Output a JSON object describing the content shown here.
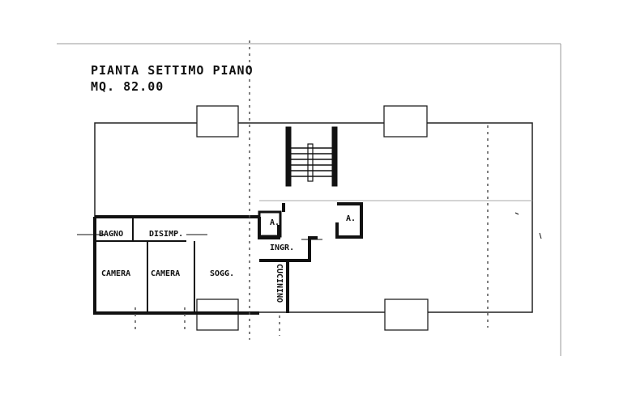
{
  "title": {
    "line1": "PIANTA SETTIMO PIANO",
    "line2": "MQ. 82.00"
  },
  "rooms": {
    "bagno": "BAGNO",
    "disimp": "DISIMP.",
    "camera1": "CAMERA",
    "camera2": "CAMERA",
    "sogg": "SOGG.",
    "ingr": "INGR.",
    "cucinino": "CUCININO",
    "asc1": "A.",
    "asc2": "A."
  },
  "colors": {
    "ink": "#111111",
    "paper": "#ffffff",
    "light": "#bbbbbb"
  }
}
